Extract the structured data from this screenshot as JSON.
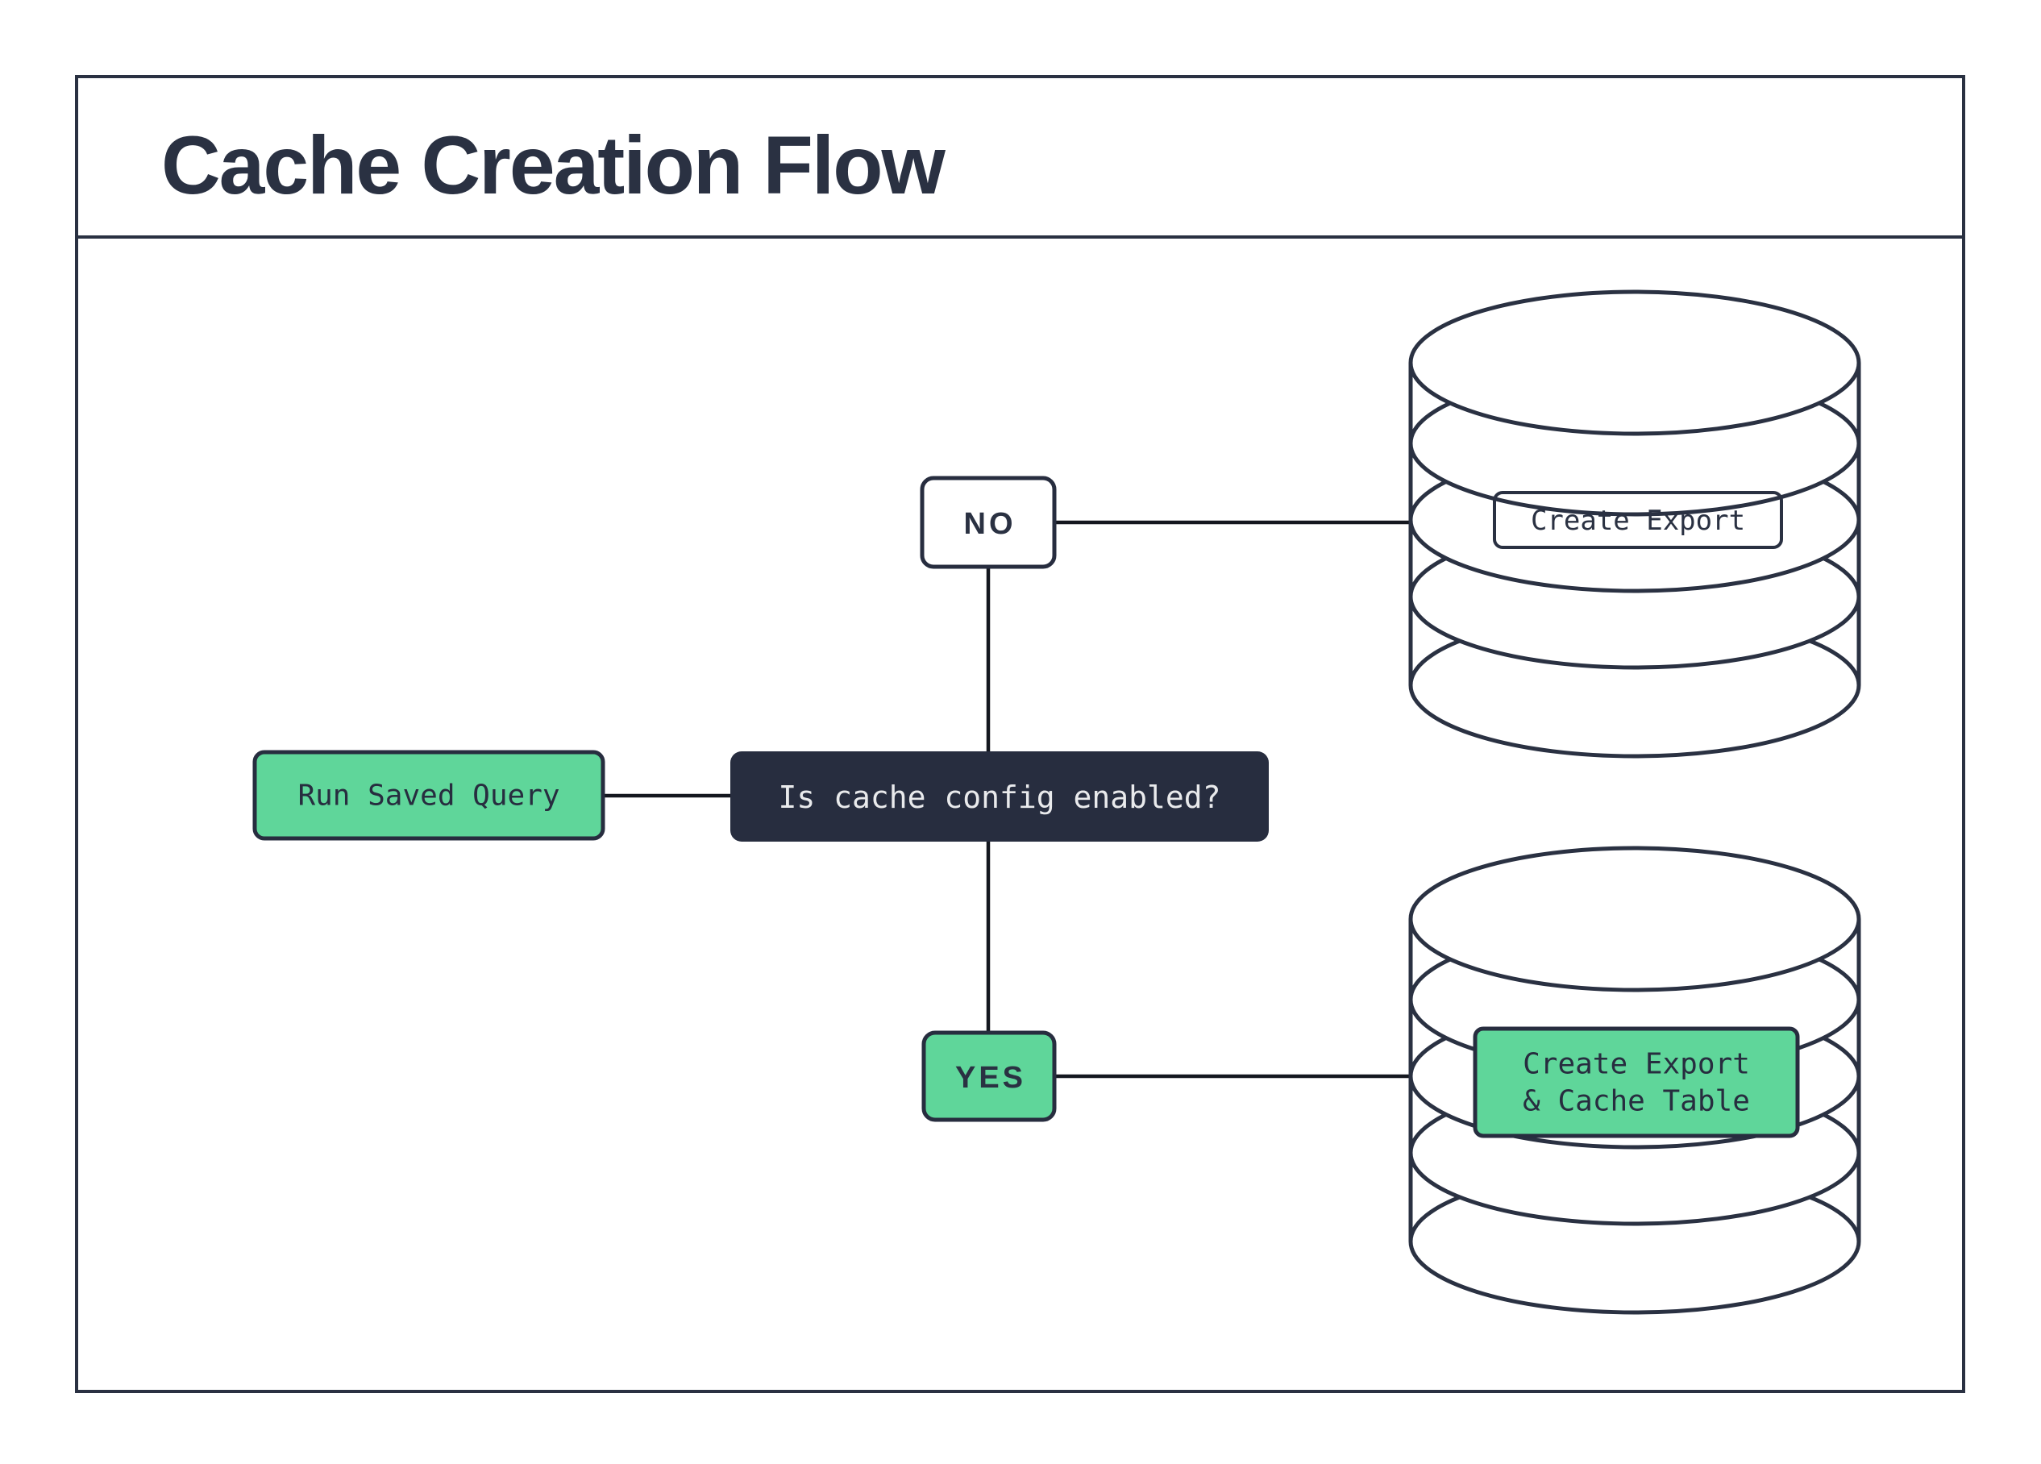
{
  "title": "Cache Creation Flow",
  "palette": {
    "green": "#5fd69a",
    "ink": "#2a3142",
    "dark_node": "#272d3f",
    "light_text": "#e9eaec",
    "connector": "#14171f",
    "background": "#ffffff",
    "node_white": "#ffffff"
  },
  "flow": {
    "start": {
      "label": "Run Saved Query"
    },
    "decision": {
      "label": "Is cache config enabled?"
    },
    "branch_no": {
      "label": "NO"
    },
    "branch_yes": {
      "label": "YES"
    },
    "outcome_no": {
      "label": "Create Export"
    },
    "outcome_yes": {
      "lines": [
        "Create Export",
        "& Cache Table"
      ]
    }
  }
}
